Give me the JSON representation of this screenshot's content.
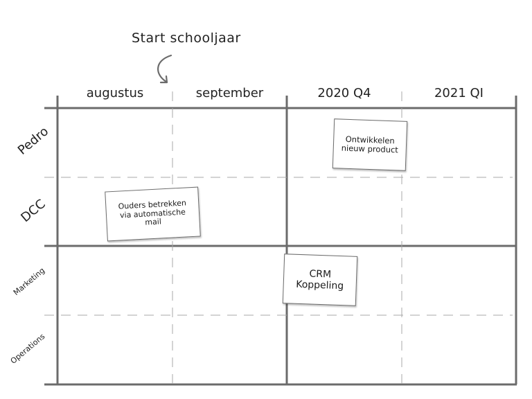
{
  "annotation": {
    "text": "Start schooljaar",
    "arrow_icon": "curved-arrow-down-icon"
  },
  "columns": [
    {
      "label": "augustus"
    },
    {
      "label": "september"
    },
    {
      "label": "2020 Q4"
    },
    {
      "label": "2021 QI"
    }
  ],
  "rows": [
    {
      "label": "Pedro"
    },
    {
      "label": "DCC"
    },
    {
      "label": "Marketing"
    },
    {
      "label": "Operations"
    }
  ],
  "notes": [
    {
      "text": "Ontwikkelen nieuw product",
      "lines": [
        "Ontwikkelen",
        "nieuw product"
      ],
      "row": "Pedro",
      "column": "2020 Q4"
    },
    {
      "text": "Ouders betrekken via automatische mail",
      "lines": [
        "Ouders betrekken",
        "via automatische",
        "mail"
      ],
      "row": "DCC",
      "column": "augustus"
    },
    {
      "text": "CRM Koppeling",
      "lines": [
        "CRM",
        "Koppeling"
      ],
      "row": "Marketing",
      "column": "2020 Q4"
    }
  ],
  "colors": {
    "grid_solid": "#6b6b6b",
    "grid_dashed": "#a8a8a8",
    "text": "#1a1a1a",
    "note_bg": "#ffffff"
  }
}
